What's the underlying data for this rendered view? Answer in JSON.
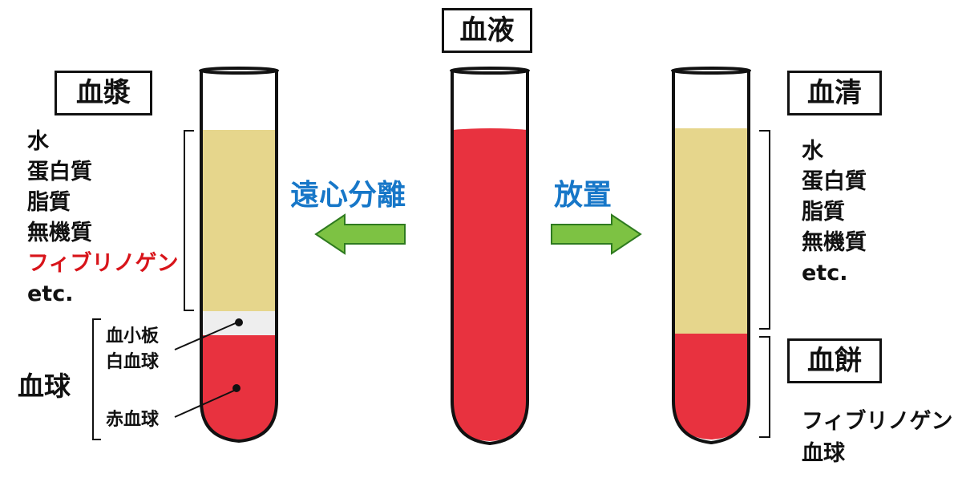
{
  "labels": {
    "blood": "血液",
    "plasma": "血漿",
    "serum": "血清",
    "clot": "血餅",
    "blood_cells": "血球"
  },
  "process": {
    "centrifuge": "遠心分離",
    "standing": "放置"
  },
  "plasma_components": [
    {
      "text": "水",
      "color": "#111111"
    },
    {
      "text": "蛋白質",
      "color": "#111111"
    },
    {
      "text": "脂質",
      "color": "#111111"
    },
    {
      "text": "無機質",
      "color": "#111111"
    },
    {
      "text": "フィブリノゲン",
      "color": "#d8141a"
    },
    {
      "text": "etc.",
      "color": "#111111"
    }
  ],
  "serum_components": [
    "水",
    "蛋白質",
    "脂質",
    "無機質",
    "etc."
  ],
  "clot_components": [
    "フィブリノゲン",
    "血球"
  ],
  "cell_types": {
    "platelets": "血小板",
    "wbc": "白血球",
    "rbc": "赤血球"
  },
  "colors": {
    "plasma": "#e6d68c",
    "blood": "#e8323f",
    "buffy_coat": "#eeeeee",
    "arrow": "#7dc243",
    "arrow_outline": "#2e7a1f",
    "process_text": "#1777c8",
    "emphasis": "#d8141a"
  }
}
